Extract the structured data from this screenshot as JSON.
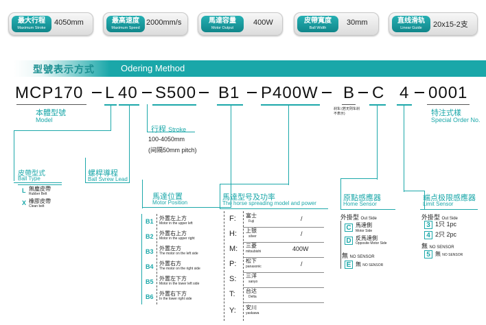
{
  "specs": [
    {
      "cn": "最大行程",
      "en": "Maximum Stroke",
      "value": "4050mm"
    },
    {
      "cn": "最高速度",
      "en": "Maximum Speed",
      "value": "2000mm/s"
    },
    {
      "cn": "馬達容量",
      "en": "Motor Output",
      "value": "400W"
    },
    {
      "cn": "皮帶寬度",
      "en": "Ball Width",
      "value": "30mm"
    },
    {
      "cn": "直线滑轨",
      "en": "Linear Guide",
      "value": "20x15-2支"
    }
  ],
  "header": {
    "cn": "型號表示方式",
    "en": "Odering Method"
  },
  "code": {
    "model": "MCP170",
    "ball_type": "L",
    "lead": "40",
    "stroke": "S500",
    "position": "B1",
    "motor": "P400W",
    "brake": "B",
    "home": "C",
    "limit": "4",
    "special": "0001"
  },
  "model_label": {
    "cn": "本體型號",
    "en": "Model"
  },
  "special_label": {
    "cn": "特注式樣",
    "en": "Special Order No."
  },
  "brake_note": "刹车:(若无则车刹不表示)",
  "stroke_label": {
    "cn": "行程",
    "en": "Stroke",
    "range": "100-4050mm",
    "pitch": "(间隔50mm pitch)"
  },
  "ball_type": {
    "cn": "皮帶型式",
    "en": "Ball Type",
    "options": [
      {
        "code": "L",
        "cn": "無塵皮帶",
        "en": "Rubber Belt"
      },
      {
        "code": "X",
        "cn": "橡膠皮帶",
        "en": "Clean belt"
      }
    ]
  },
  "lead": {
    "cn": "螺桿導程",
    "en": "Ball Svrew Lead"
  },
  "position": {
    "cn": "馬達位置",
    "en": "Motor Position",
    "options": [
      {
        "code": "B1",
        "cn": "外置左上方",
        "en": "Motor in the upper left"
      },
      {
        "code": "B2",
        "cn": "外置右上方",
        "en": "Motor in the upper right"
      },
      {
        "code": "B3",
        "cn": "外置左方",
        "en": "The motor on the left side"
      },
      {
        "code": "B4",
        "cn": "外置右方",
        "en": "The motor on the right side"
      },
      {
        "code": "B5",
        "cn": "外置左下方",
        "en": "Motor in the lower left side"
      },
      {
        "code": "B6",
        "cn": "外置右下方",
        "en": "In the lower right side"
      }
    ]
  },
  "motor": {
    "cn": "馬達型号及功率",
    "en": "The horse spreading model and power",
    "rows": [
      {
        "code": "F:",
        "cn": "富士",
        "en": "Fuji",
        "value": "/"
      },
      {
        "code": "H:",
        "cn": "上银",
        "en": "silver",
        "value": "/"
      },
      {
        "code": "M:",
        "cn": "三菱",
        "en": "mitsubishi",
        "value": "400W"
      },
      {
        "code": "P:",
        "cn": "松下",
        "en": "panasonic",
        "value": "/"
      },
      {
        "code": "S:",
        "cn": "三洋",
        "en": "sanyo",
        "value": ""
      },
      {
        "code": "T:",
        "cn": "台达",
        "en": "Delta",
        "value": ""
      },
      {
        "code": "Y:",
        "cn": "安川",
        "en": "yaskawa",
        "value": ""
      }
    ]
  },
  "home": {
    "cn": "原點感應器",
    "en": "Home Sensor",
    "type_cn": "外掛型",
    "type_en": "Out Side",
    "options": [
      {
        "code": "C",
        "cn": "馬達側",
        "en": "Motor Side"
      },
      {
        "code": "D",
        "cn": "反馬達側",
        "en": "Opposite Motor Side"
      }
    ],
    "none_cn": "無",
    "none_en": "NO SENSOR",
    "e_code": "E",
    "e_cn": "無",
    "e_en": "NO SENSOR"
  },
  "limit": {
    "cn": "端点极限感應器",
    "en": "Limit Sensor",
    "type_cn": "外掛型",
    "type_en": "Out Side",
    "options": [
      {
        "code": "3",
        "cn": "1只 1pc"
      },
      {
        "code": "4",
        "cn": "2只 2pc"
      }
    ],
    "none_cn": "無",
    "none_en": "NO SENSOR",
    "five_code": "5",
    "five_cn": "無",
    "five_en": "NO SENSOR"
  }
}
